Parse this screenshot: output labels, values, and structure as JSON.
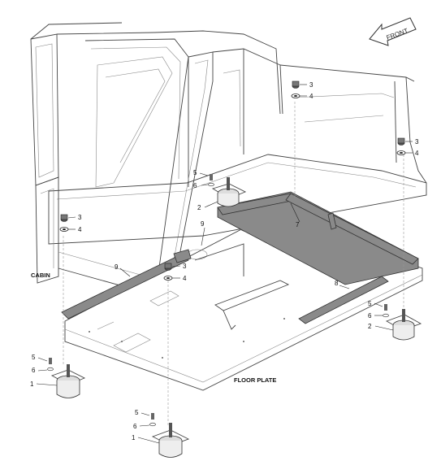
{
  "figure": {
    "front_arrow_label": "FRONT",
    "cabin_label": "CABIN",
    "floor_plate_label": "FLOOR PLATE"
  },
  "callouts": {
    "n1": "1",
    "n2": "2",
    "n3": "3",
    "n4": "4",
    "n5": "5",
    "n6": "6",
    "n7": "7",
    "n8": "8",
    "n9": "9"
  }
}
